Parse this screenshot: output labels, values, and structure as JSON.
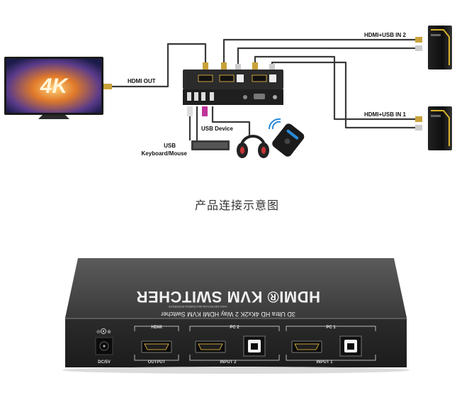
{
  "diagram": {
    "tv": {
      "label": "4K"
    },
    "hdmi_out_label": "HDMI OUT",
    "pc_top_label": "HDMI+USB IN 2",
    "pc_bottom_label": "HDMI+USB IN 1",
    "usb_kbd_label_line1": "USB",
    "usb_kbd_label_line2": "Keyboard/Mouse",
    "usb_device_label": "USB Device"
  },
  "caption": "产品连接示意图",
  "device": {
    "brand": "HDMI® KVM SWITCHER",
    "subtitle": "3D Ultra HD 4Kx2K 2 Way HDMI KVM Switcher",
    "small_print": "HIGH DEFINITION MULTIMEDIA INTERFACE",
    "ports": {
      "dc_label": "DC/5V",
      "hdmi_group_label": "HDMI",
      "output_label": "OUTPUT",
      "pc2_label": "PC 2",
      "input2_label": "INPUT 2",
      "pc1_label": "PC 1",
      "input1_label": "INPUT 1"
    }
  }
}
